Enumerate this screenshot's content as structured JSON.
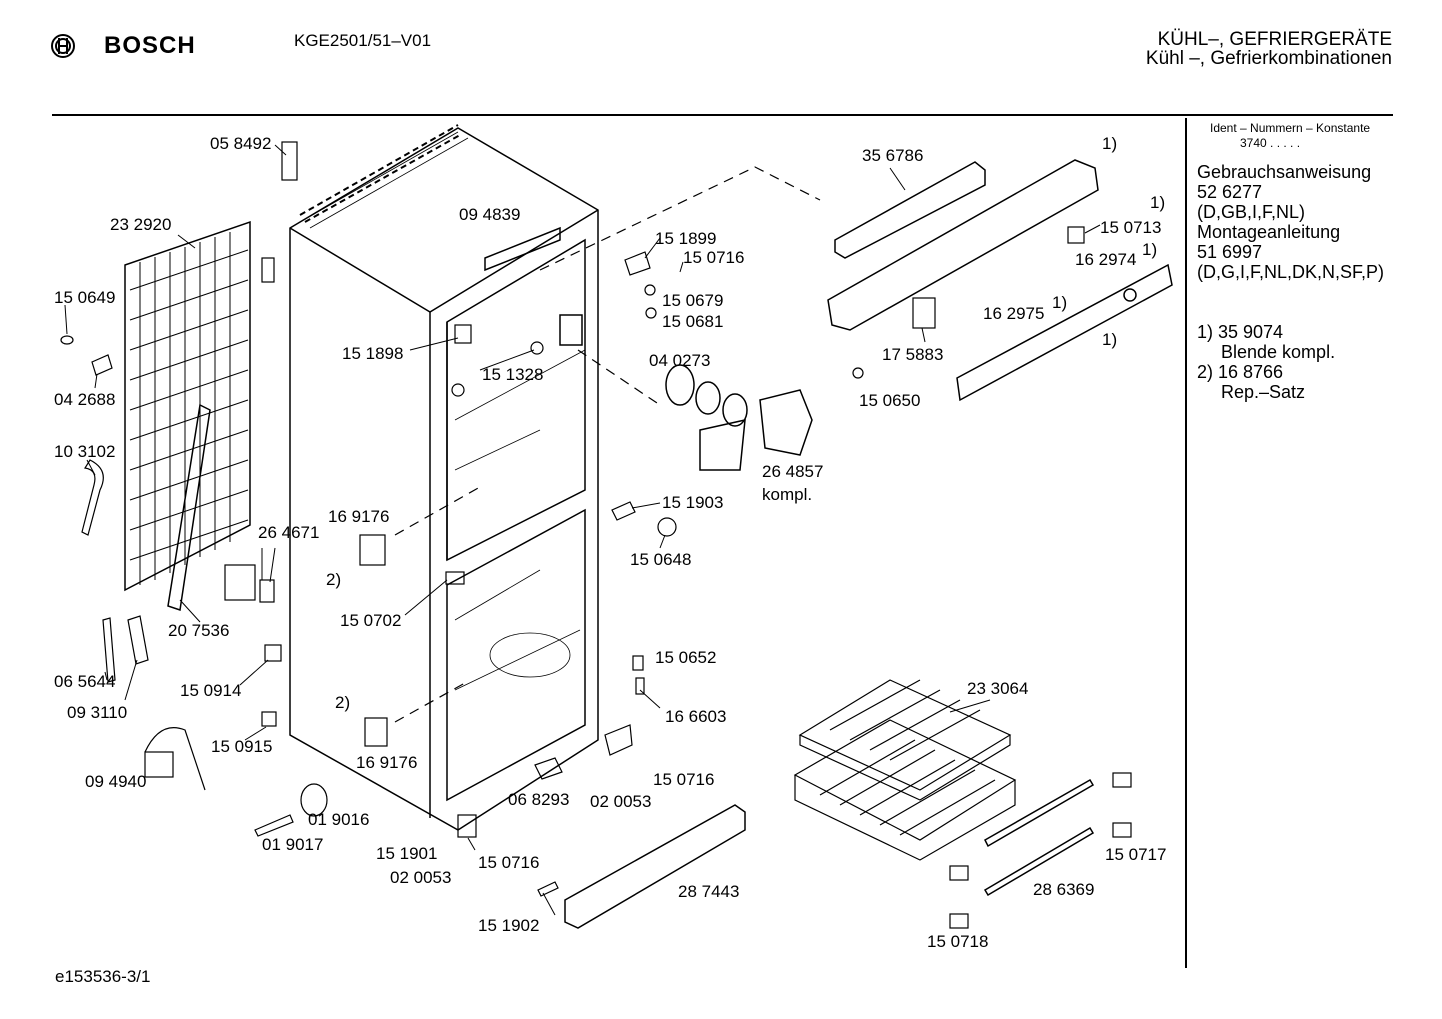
{
  "header": {
    "brand": "BOSCH",
    "model": "KGE2501/51–V01",
    "category_line1": "KÜHL–, GEFRIERGERÄTE",
    "category_line2": "Kühl –, Gefrierkombinationen"
  },
  "sidebar": {
    "ident_title": "Ident – Nummern – Konstante",
    "ident_value": "3740  .  .  .  .  .",
    "docs": [
      "Gebrauchsanweisung",
      "52 6277",
      "(D,GB,I,F,NL)",
      "Montageanleitung",
      "51 6997",
      "(D,G,I,F,NL,DK,N,SF,P)"
    ],
    "notes": [
      "1) 35 9074",
      "Blende kompl.",
      "2) 16 8766",
      "Rep.–Satz"
    ]
  },
  "parts": [
    "05 8492",
    "23 2920",
    "15 0649",
    "04 2688",
    "10 3102",
    "26 4671",
    "20 7536",
    "06 5644",
    "09 3110",
    "09 4940",
    "15 0914",
    "15 0915",
    "01 9016",
    "01 9017",
    "15 1901",
    "02 0053",
    "15 0716",
    "15 1902",
    "28 7443",
    "06 8293",
    "02 0053",
    "15 0716",
    "16 6603",
    "15 0652",
    "16 9176",
    "2)",
    "15 0702",
    "16 9176",
    "2)",
    "09 4839",
    "15 1898",
    "15 1328",
    "15 1899",
    "15 0716",
    "15 0679",
    "15 0681",
    "04 0273",
    "26 4857",
    "kompl.",
    "15 1903",
    "15 0648",
    "35 6786",
    "1)",
    "1)",
    "15 0713",
    "16 2974",
    "1)",
    "16 2975",
    "1)",
    "1)",
    "17 5883",
    "15 0650",
    "23 3064",
    "28 6369",
    "15 0717",
    "15 0718"
  ],
  "footer": {
    "doc_id": "e153536-3/1"
  }
}
